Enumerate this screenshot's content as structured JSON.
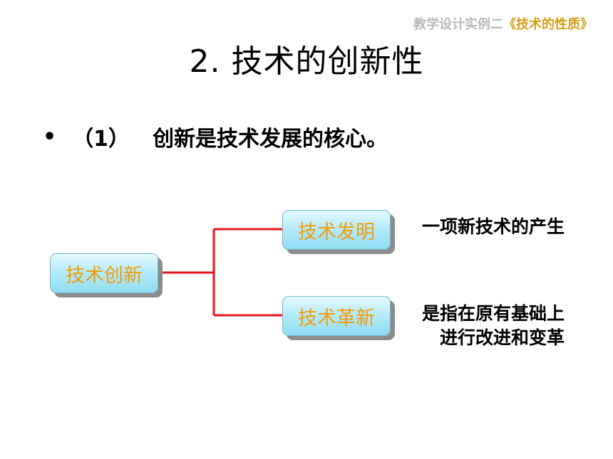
{
  "header": {
    "note": "教学设计实例二",
    "book_title": "《技术的性质》"
  },
  "title": "2. 技术的创新性",
  "bullet": {
    "number": "（1）",
    "text": "创新是技术发展的核心。"
  },
  "diagram": {
    "root": "技术创新",
    "branches": [
      {
        "label": "技术发明",
        "description_lines": [
          "一项新技术的产生"
        ]
      },
      {
        "label": "技术革新",
        "description_lines": [
          "是指在原有基础上",
          "进行改进和变革"
        ]
      }
    ],
    "connector_color": "#e8141c"
  }
}
